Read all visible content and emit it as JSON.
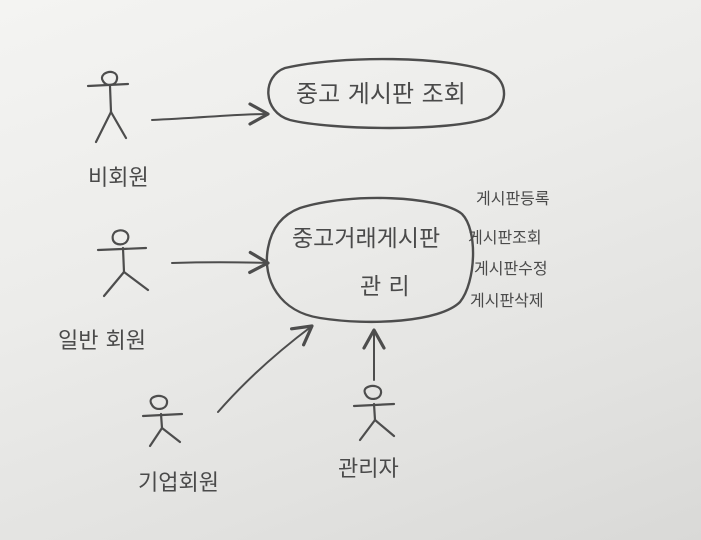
{
  "actors": {
    "non_member": "비회원",
    "general_member": "일반 회원",
    "company_member": "기업회원",
    "admin": "관리자"
  },
  "usecases": {
    "view_board": "중고 게시판 조회",
    "manage_line1": "중고거래게시판",
    "manage_line2": "관 리"
  },
  "notes": [
    "게시판등록",
    "게시판조회",
    "게시판수정",
    "게시판삭제"
  ]
}
